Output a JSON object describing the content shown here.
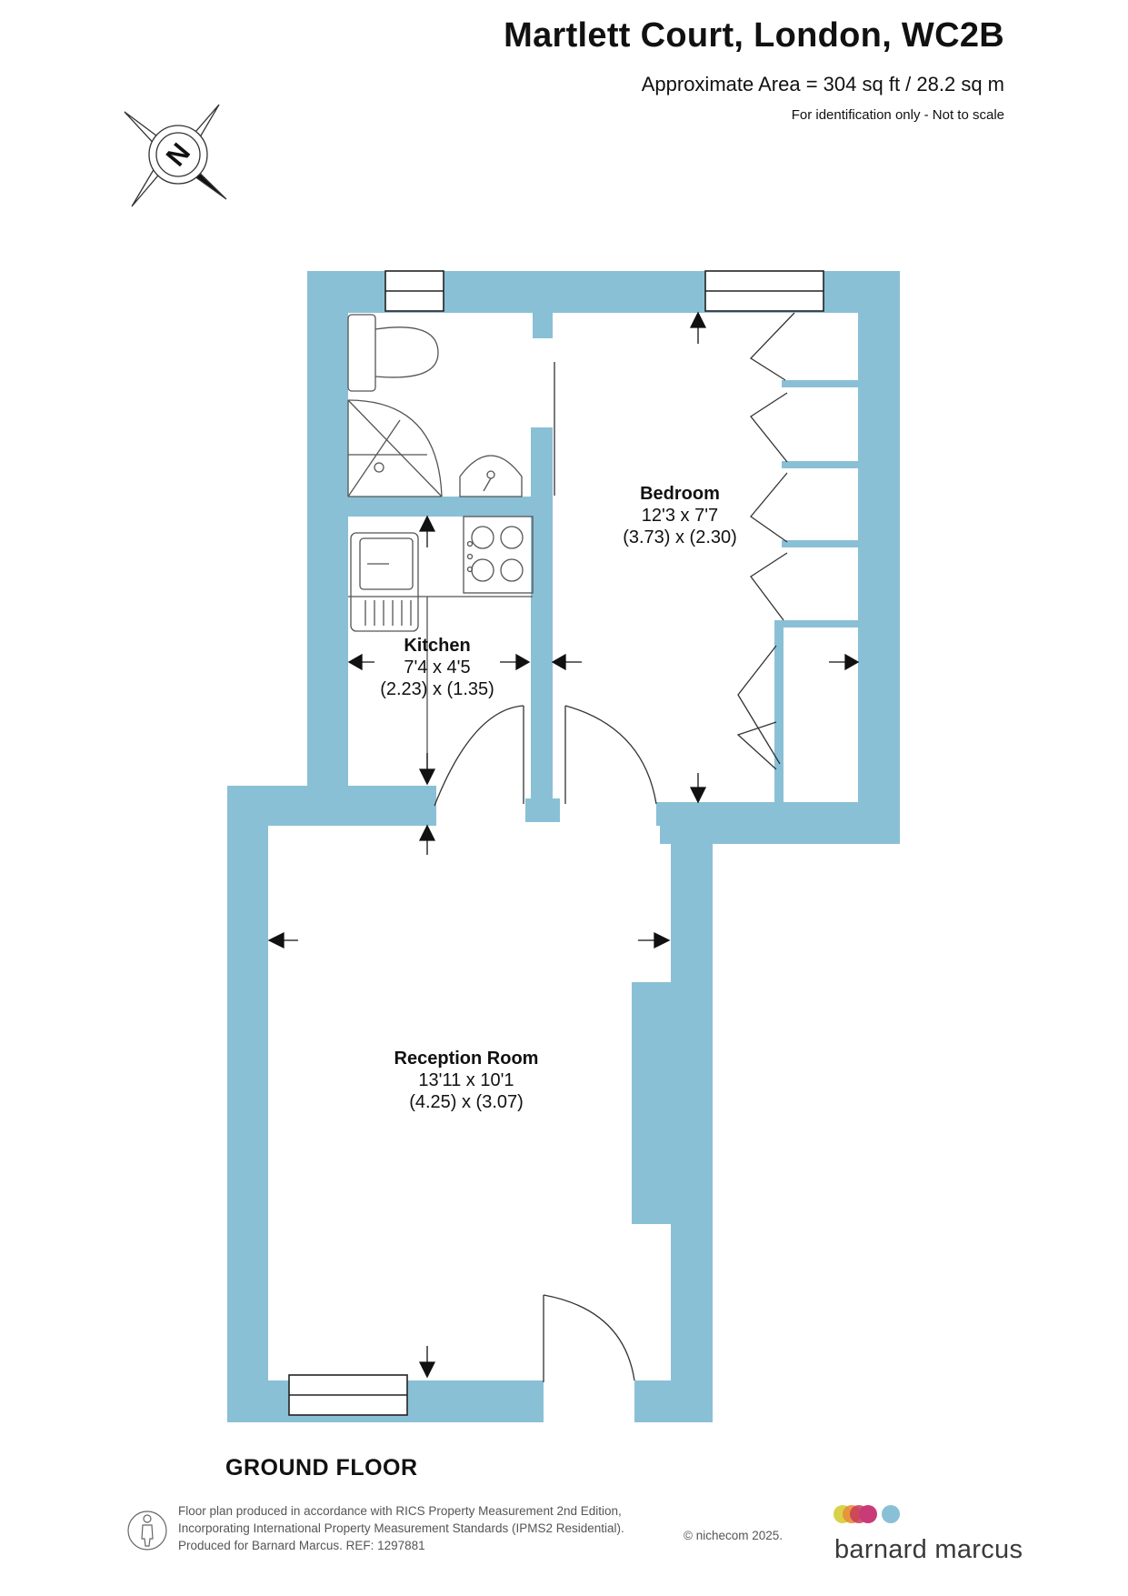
{
  "header": {
    "title": "Martlett Court, London, WC2B",
    "area": "Approximate Area = 304 sq ft / 28.2 sq m",
    "disclaimer": "For identification only - Not to scale"
  },
  "compass": {
    "letter": "N",
    "icon": "north-compass-icon"
  },
  "colors": {
    "wall": "#8ac0d6",
    "fixture": "#555555",
    "brand_dots": [
      "#d8d24a",
      "#e88e3a",
      "#c83a5a",
      "#c93a78",
      "#8ac0d6"
    ]
  },
  "rooms": {
    "bedroom": {
      "name": "Bedroom",
      "imperial": "12'3 x 7'7",
      "metric": "(3.73) x (2.30)"
    },
    "kitchen": {
      "name": "Kitchen",
      "imperial": "7'4 x 4'5",
      "metric": "(2.23) x (1.35)"
    },
    "reception": {
      "name": "Reception Room",
      "imperial": "13'11 x 10'1",
      "metric": "(4.25) x (3.07)"
    }
  },
  "floor_label": "GROUND FLOOR",
  "footer": {
    "lines": [
      "Floor plan produced in accordance with RICS Property Measurement 2nd Edition,",
      "Incorporating International Property Measurement Standards (IPMS2 Residential).",
      "Produced for Barnard Marcus.   REF:  1297881"
    ],
    "copyright": "© nichecom 2025.",
    "brand": "barnard marcus"
  }
}
